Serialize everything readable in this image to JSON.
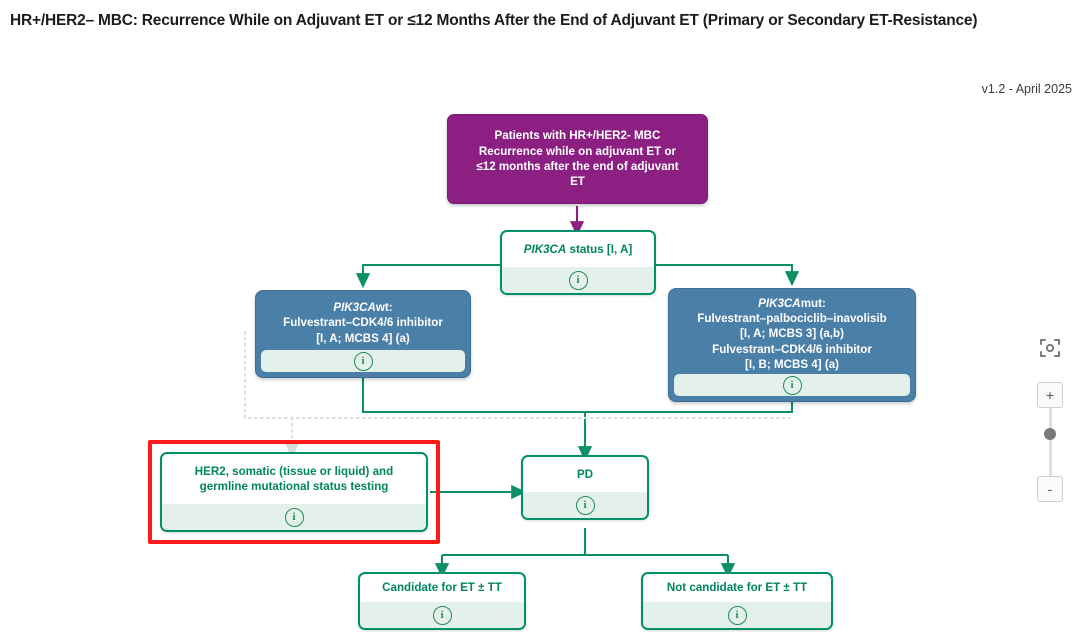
{
  "header": {
    "title": "HR+/HER2– MBC: Recurrence While on Adjuvant ET or ≤12 Months After the End of Adjuvant ET (Primary or Secondary ET-Resistance)",
    "version": "v1.2 - April 2025"
  },
  "colors": {
    "purple": "#8B2082",
    "blue": "#4A7FA7",
    "green": "#00916B",
    "green_text": "#00855F",
    "green_footer": "#E4F1EA",
    "selection_red": "#FF1A1A",
    "dotted_gray": "#D8E3DD"
  },
  "nodes": {
    "root": {
      "type": "purple",
      "lines": [
        "Patients with HR+/HER2- MBC",
        "Recurrence while on adjuvant ET or",
        "≤12 months after the end of adjuvant",
        "ET"
      ]
    },
    "pik3ca_status": {
      "type": "green",
      "gene": "PIK3CA",
      "rest": " status [I, A]",
      "info": "info-icon"
    },
    "pik3ca_wt": {
      "type": "blue",
      "gene": "PIK3CA",
      "gene_suffix": "wt:",
      "lines": [
        "Fulvestrant–CDK4/6 inhibitor",
        "[I, A; MCBS 4] (a)"
      ],
      "info": "info-icon"
    },
    "pik3ca_mut": {
      "type": "blue",
      "gene": "PIK3CA",
      "gene_suffix": "mut:",
      "lines": [
        "Fulvestrant–palbociclib–inavolisib",
        "[I, A; MCBS 3] (a,b)",
        "Fulvestrant–CDK4/6 inhibitor",
        "[I, B; MCBS 4] (a)"
      ],
      "info": "info-icon"
    },
    "her2_testing": {
      "type": "green",
      "selected": true,
      "lines": [
        "HER2, somatic (tissue or liquid) and",
        "germline mutational status testing"
      ],
      "info": "info-icon"
    },
    "pd": {
      "type": "green",
      "lines": [
        "PD"
      ],
      "info": "info-icon"
    },
    "candidate": {
      "type": "green",
      "lines": [
        "Candidate for ET ± TT"
      ],
      "info": "info-icon"
    },
    "not_candidate": {
      "type": "green",
      "lines": [
        "Not candidate for ET ± TT"
      ],
      "info": "info-icon"
    }
  },
  "zoom_controls": {
    "focus_icon": "focus-frame-icon",
    "zoom_in_label": "+",
    "zoom_out_label": "-"
  }
}
